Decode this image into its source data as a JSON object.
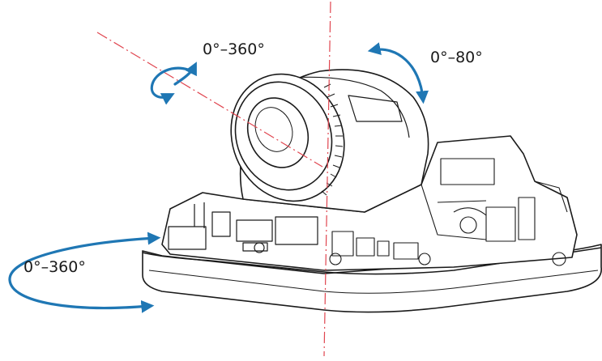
{
  "labels": {
    "rotate": "0°–360°",
    "tilt": "0°–80°",
    "pan": "0°–360°"
  },
  "colors": {
    "arrow": "#1f77b4",
    "axis": "#e0454f",
    "line": "#1a1a1a"
  }
}
